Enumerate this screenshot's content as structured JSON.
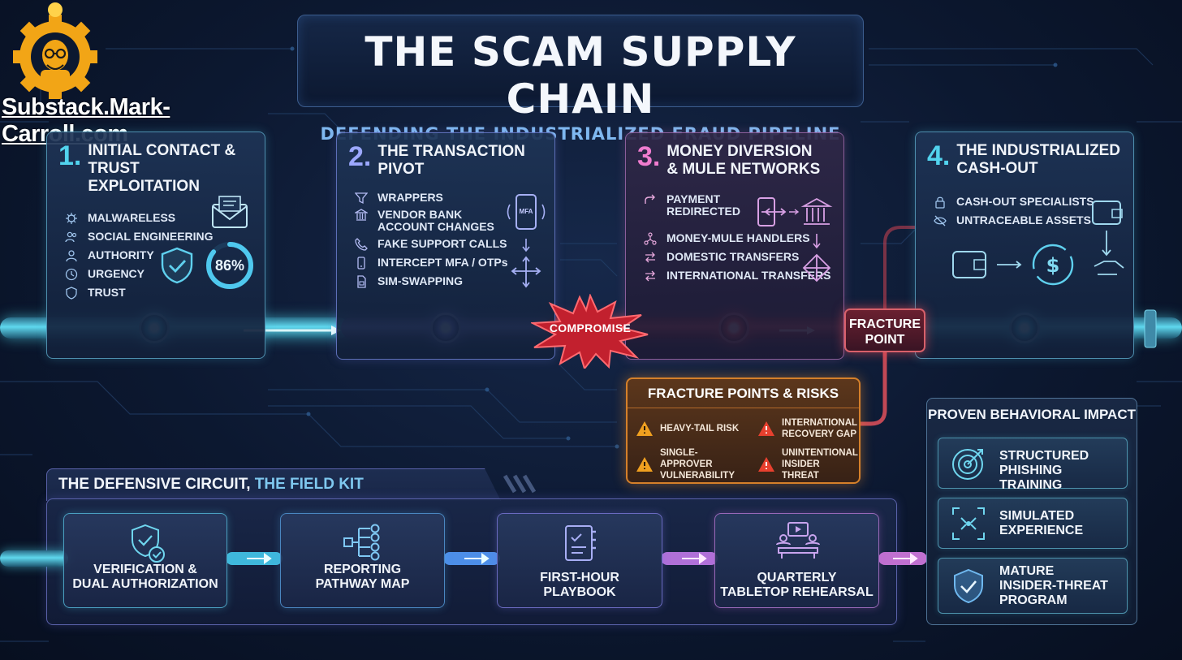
{
  "header": {
    "title": "THE SCAM SUPPLY CHAIN",
    "subtitle": "DEFENDING THE INDUSTRIALIZED FRAUD PIPELINE"
  },
  "branding": {
    "site": "Substack.Mark-Carroll.com",
    "logo_icon": "gear-lightbulb-portrait-icon"
  },
  "stages": [
    {
      "number": "1.",
      "title_line1": "INITIAL CONTACT &",
      "title_line2": "TRUST EXPLOITATION",
      "accent": "#52d3ee",
      "items": [
        {
          "label": "MALWARELESS",
          "icon": "virus-icon"
        },
        {
          "label": "SOCIAL ENGINEERING",
          "icon": "people-icon"
        },
        {
          "label": "AUTHORITY",
          "icon": "person-icon"
        },
        {
          "label": "URGENCY",
          "icon": "clock-icon"
        },
        {
          "label": "TRUST",
          "icon": "shield-icon"
        }
      ],
      "stat": "86%",
      "stat_fraction": 0.86
    },
    {
      "number": "2.",
      "title_line1": "THE TRANSACTION",
      "title_line2": "PIVOT",
      "accent": "#9ca8ff",
      "items": [
        {
          "label": "WRAPPERS",
          "icon": "funnel-icon"
        },
        {
          "label_line1": "VENDOR BANK",
          "label_line2": "ACCOUNT CHANGES",
          "icon": "bank-icon"
        },
        {
          "label": "FAKE SUPPORT CALLS",
          "icon": "phone-icon"
        },
        {
          "label": "INTERCEPT MFA / OTPs",
          "icon": "mobile-icon"
        },
        {
          "label": "SIM-SWAPPING",
          "icon": "sim-card-icon"
        }
      ],
      "mfa_label": "MFA"
    },
    {
      "number": "3.",
      "title_line1": "MONEY DIVERSION",
      "title_line2": "& MULE NETWORKS",
      "accent": "#f07ccf",
      "items": [
        {
          "label_line1": "PAYMENT",
          "label_line2": "REDIRECTED",
          "icon": "redirect-arrow-icon"
        },
        {
          "label": "MONEY-MULE HANDLERS",
          "icon": "network-icon"
        },
        {
          "label": "DOMESTIC TRANSFERS",
          "icon": "transfer-arrows-icon"
        },
        {
          "label": "INTERNATIONAL TRANSFERS",
          "icon": "transfer-arrows-icon"
        }
      ]
    },
    {
      "number": "4.",
      "title_line1": "THE INDUSTRIALIZED",
      "title_line2": "CASH-OUT",
      "accent": "#52d3ee",
      "items": [
        {
          "label": "CASH-OUT SPECIALISTS",
          "icon": "lock-icon"
        },
        {
          "label": "UNTRACEABLE ASSETS",
          "icon": "hidden-eye-icon"
        }
      ]
    }
  ],
  "pipeline": {
    "compromise": "COMPROMISE",
    "fracture_point_line1": "FRACTURE",
    "fracture_point_line2": "POINT"
  },
  "risks": {
    "title": "FRACTURE POINTS & RISKS",
    "items": [
      {
        "line1": "HEAVY-TAIL RISK",
        "line2": "",
        "color": "#f0a020"
      },
      {
        "line1": "INTERNATIONAL",
        "line2": "RECOVERY GAP",
        "color": "#e8402e"
      },
      {
        "line1": "SINGLE-APPROVER",
        "line2": "VULNERABILITY",
        "color": "#f0a020"
      },
      {
        "line1": "UNINTENTIONAL",
        "line2": "INSIDER THREAT",
        "color": "#e8402e"
      }
    ]
  },
  "circuit": {
    "title_main": "THE DEFENSIVE CIRCUIT,",
    "title_accent": " THE FIELD KIT",
    "kits": [
      {
        "line1": "VERIFICATION &",
        "line2": "DUAL AUTHORIZATION",
        "icon": "shield-check-icon"
      },
      {
        "line1": "REPORTING",
        "line2": "PATHWAY MAP",
        "icon": "flow-map-icon"
      },
      {
        "line1": "FIRST-HOUR",
        "line2": "PLAYBOOK",
        "icon": "playbook-icon"
      },
      {
        "line1": "QUARTERLY",
        "line2": "TABLETOP REHEARSAL",
        "icon": "tabletop-icon"
      }
    ]
  },
  "impact": {
    "title": "PROVEN BEHAVIORAL IMPACT",
    "items": [
      {
        "line1": "STRUCTURED",
        "line2": "PHISHING TRAINING",
        "line3": "",
        "icon": "target-icon"
      },
      {
        "line1": "SIMULATED",
        "line2": "EXPERIENCE",
        "line3": "",
        "icon": "simulation-icon"
      },
      {
        "line1": "MATURE",
        "line2": "INSIDER-THREAT",
        "line3": "PROGRAM",
        "icon": "shield-check-icon"
      }
    ]
  }
}
